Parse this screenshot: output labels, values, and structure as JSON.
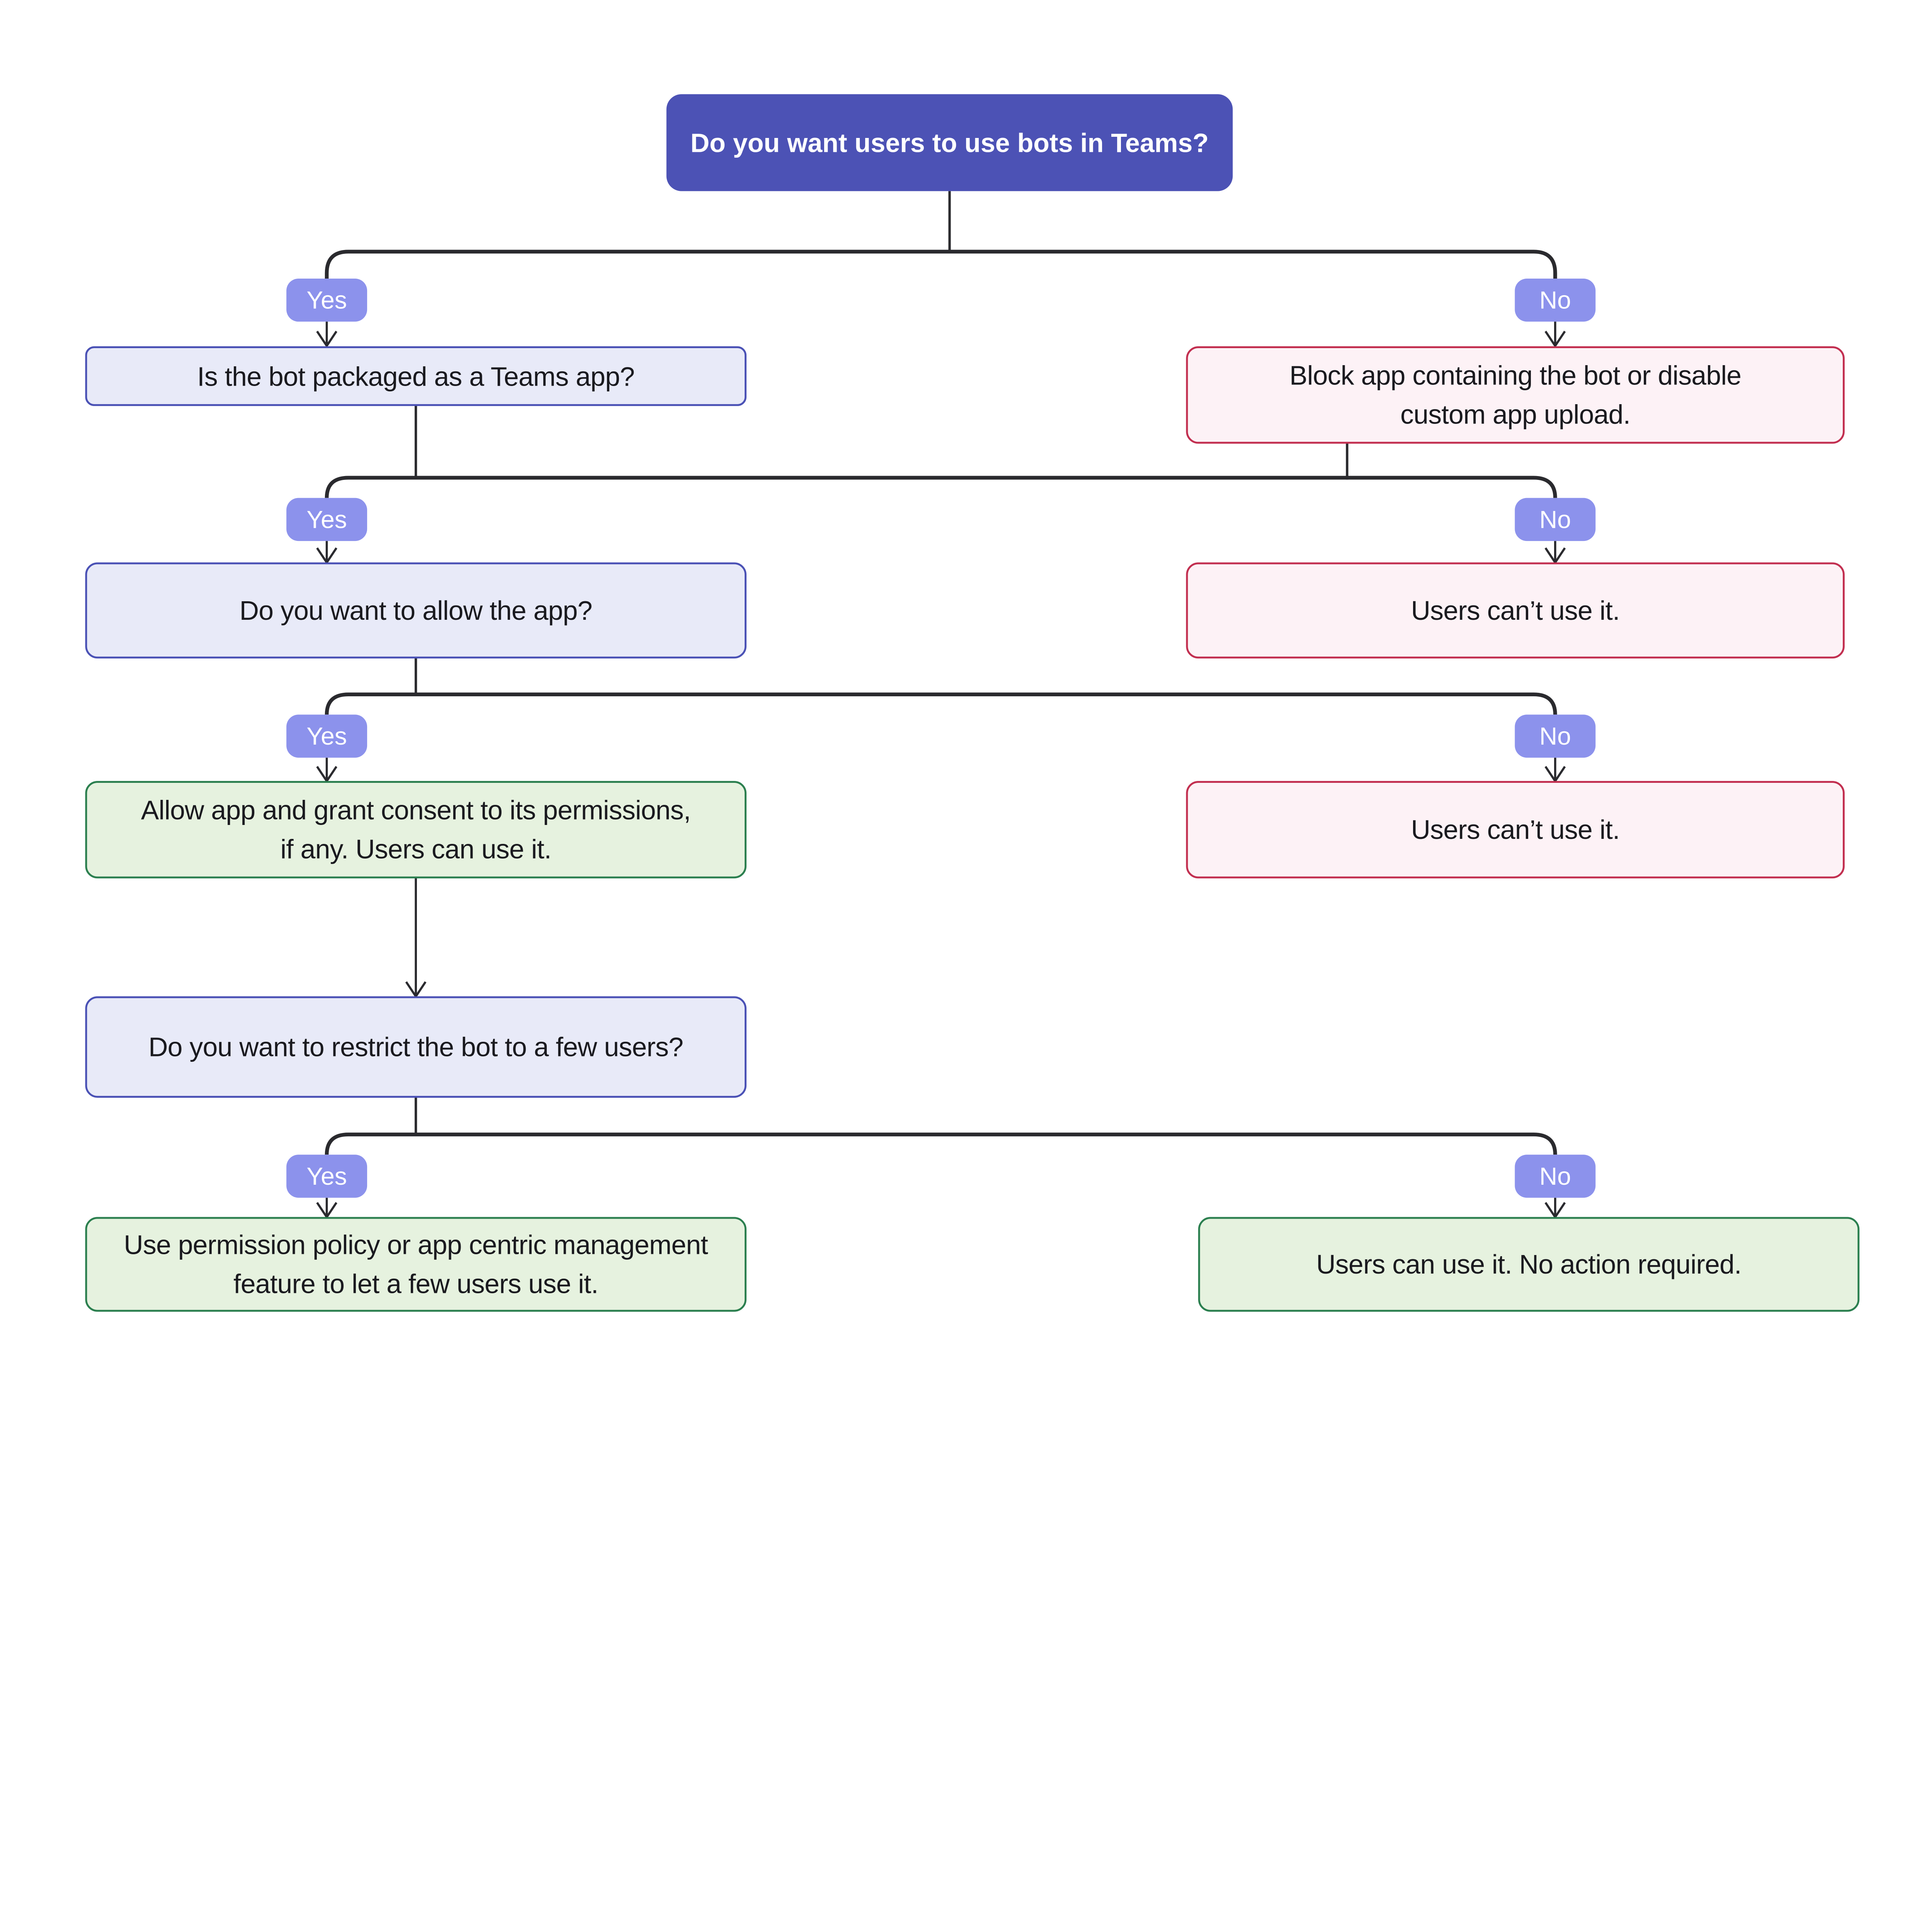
{
  "labels": {
    "yes": "Yes",
    "no": "No"
  },
  "nodes": {
    "root": {
      "text": "Do you want users to use bots in Teams?"
    },
    "q_packaged": {
      "text": "Is the bot packaged as a Teams app?"
    },
    "block": {
      "line1": "Block app containing the bot or disable",
      "line2": "custom app upload."
    },
    "q_allow": {
      "text": "Do you want to allow the app?"
    },
    "cant_use_1": {
      "text": "Users can’t use it."
    },
    "allow": {
      "line1": "Allow app and grant consent to its permissions,",
      "line2": "if any. Users can use it."
    },
    "cant_use_2": {
      "text": "Users can’t use it."
    },
    "q_restrict": {
      "text": "Do you want to restrict the bot to a few users?"
    },
    "permission": {
      "line1": "Use permission policy or app centric management",
      "line2": "feature to let a few users use it."
    },
    "can_use": {
      "text": "Users can use it. No action required."
    }
  },
  "edges": [
    {
      "from": "root",
      "to": "q_packaged",
      "label": "Yes"
    },
    {
      "from": "root",
      "to": "block",
      "label": "No"
    },
    {
      "from": "q_packaged",
      "to": "q_allow",
      "label": "Yes"
    },
    {
      "from": "q_packaged",
      "to": "cant_use_1",
      "label": "No"
    },
    {
      "from": "block",
      "to": "cant_use_1",
      "label": ""
    },
    {
      "from": "q_allow",
      "to": "allow",
      "label": "Yes"
    },
    {
      "from": "q_allow",
      "to": "cant_use_2",
      "label": "No"
    },
    {
      "from": "allow",
      "to": "q_restrict",
      "label": ""
    },
    {
      "from": "q_restrict",
      "to": "permission",
      "label": "Yes"
    },
    {
      "from": "q_restrict",
      "to": "can_use",
      "label": "No"
    }
  ],
  "colors": {
    "root_fill": "#4C52B5",
    "question_fill": "#E8EAF8",
    "question_border": "#4A51B5",
    "negative_fill": "#FDF2F6",
    "negative_border": "#C22F50",
    "positive_fill": "#E6F2DF",
    "positive_border": "#2B7F4F",
    "badge_fill": "#8C92EC",
    "edge_color": "#2A2A2E",
    "text_color": "#1A1A1F"
  }
}
